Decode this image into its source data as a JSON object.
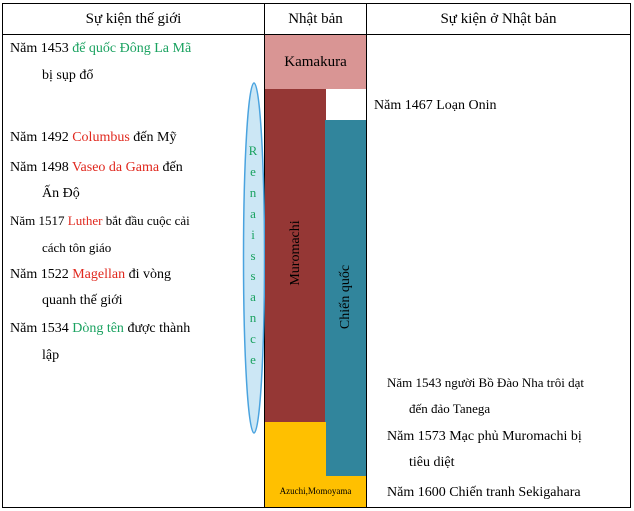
{
  "headers": {
    "world": "Sự kiện thế giới",
    "japan": "Nhật bản",
    "japan_events": "Sự kiện ở Nhật bản"
  },
  "world_events": [
    {
      "line1_prefix": "Năm 1453 ",
      "line1_highlight": "đế quốc Đông La Mã",
      "line1_suffix": "",
      "line2": "bị sụp đổ",
      "color": "#1aa260"
    },
    {
      "line1_prefix": "Năm 1492 ",
      "line1_highlight": "Columbus",
      "line1_suffix": " đến Mỹ",
      "line2": "",
      "color": "#e0281e"
    },
    {
      "line1_prefix": "Năm 1498 ",
      "line1_highlight": "Vaseo da Gama",
      "line1_suffix": " đến",
      "line2": "Ấn Độ",
      "color": "#e0281e"
    },
    {
      "line1_prefix": "Năm 1517 ",
      "line1_highlight": "Luther",
      "line1_suffix": " bắt đầu cuộc cải",
      "line2": "cách tôn giáo",
      "color": "#e0281e"
    },
    {
      "line1_prefix": "Năm 1522 ",
      "line1_highlight": "Magellan",
      "line1_suffix": " đi vòng",
      "line2": "quanh thế giới",
      "color": "#e0281e"
    },
    {
      "line1_prefix": "Năm 1534 ",
      "line1_highlight": "Dòng tên",
      "line1_suffix": " được thành",
      "line2": "lập",
      "color": "#1aa260"
    }
  ],
  "renaissance": {
    "text": "Renaissance",
    "color": "#1aa260",
    "ellipse_fill": "#cce7f5",
    "ellipse_stroke": "#4aa3df"
  },
  "periods": {
    "kamakura": {
      "label": "Kamakura",
      "color": "#d99594"
    },
    "muromachi": {
      "label": "Muromachi",
      "color": "#953735"
    },
    "chien_quoc": {
      "label": "Chiến quốc",
      "color": "#31859c"
    },
    "azuchi": {
      "label": "Azuchi,Momoyama",
      "color": "#ffc000"
    }
  },
  "japan_events": [
    {
      "line1": "Năm 1467 Loạn Onin",
      "line2": ""
    },
    {
      "line1": "Năm 1543 người Bồ Đào Nha trôi dạt",
      "line2": "đến đảo Tanega"
    },
    {
      "line1": "Năm 1573 Mạc phủ Muromachi bị",
      "line2": "tiêu diệt"
    },
    {
      "line1": "Năm 1600 Chiến tranh Sekigahara",
      "line2": ""
    }
  ]
}
